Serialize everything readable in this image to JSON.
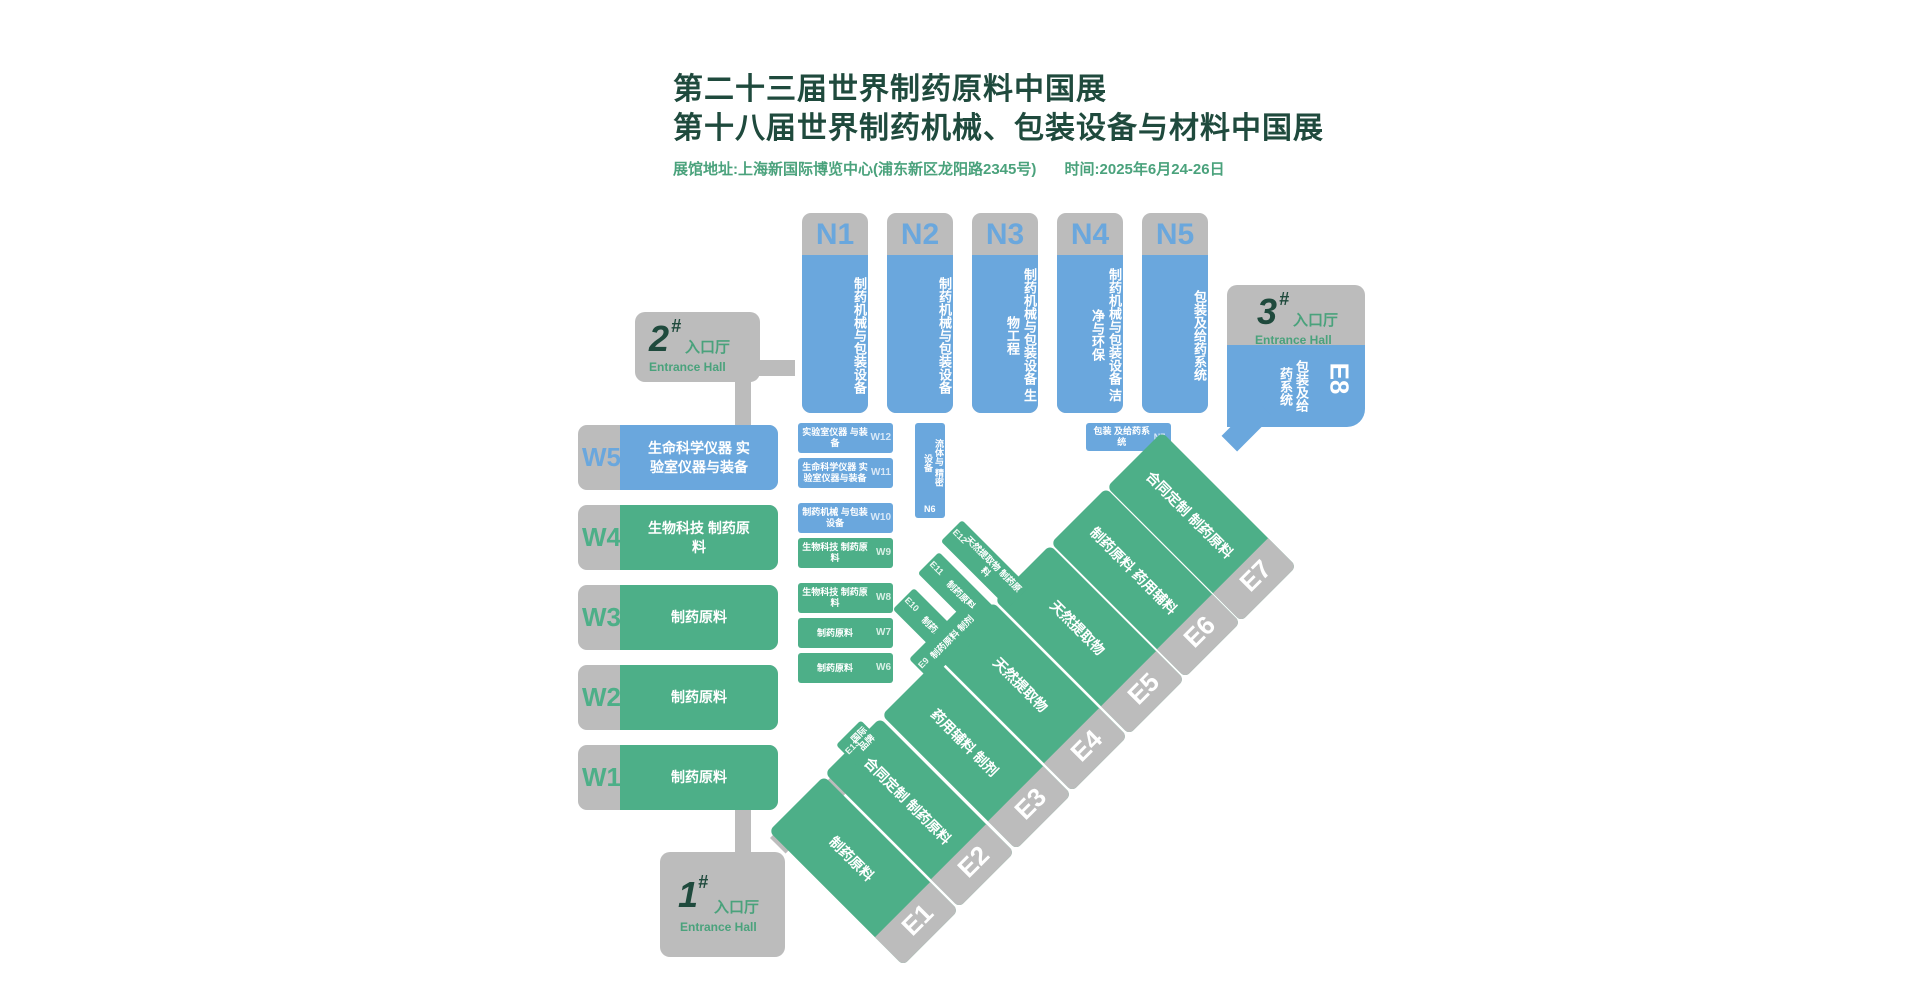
{
  "header": {
    "title_line1": "第二十三届世界制药原料中国展",
    "title_line2": "第十八届世界制药机械、包装设备与材料中国展",
    "address": "展馆地址:上海新国际博览中心(浦东新区龙阳路2345号)",
    "time": "时间:2025年6月24-26日"
  },
  "entrances": {
    "e1": {
      "num": "1",
      "sup": "#",
      "cn": "入口厅",
      "en": "Entrance Hall"
    },
    "e2": {
      "num": "2",
      "sup": "#",
      "cn": "入口厅",
      "en": "Entrance Hall"
    },
    "e3": {
      "num": "3",
      "sup": "#",
      "cn": "入口厅",
      "en": "Entrance Hall"
    }
  },
  "north_halls": [
    {
      "code": "N1",
      "label": "制药机械与包装设备"
    },
    {
      "code": "N2",
      "label": "制药机械与包装设备"
    },
    {
      "code": "N3",
      "label": "制药机械与包装设备 生物工程"
    },
    {
      "code": "N4",
      "label": "制药机械与包装设备 洁净与环保"
    },
    {
      "code": "N5",
      "label": "包装及给药系统"
    }
  ],
  "e8": {
    "code": "E8",
    "label": "包装及给药系统"
  },
  "west_halls": [
    {
      "code": "W5",
      "label": "生命科学仪器 实验室仪器与装备"
    },
    {
      "code": "W4",
      "label": "生物科技 制药原料"
    },
    {
      "code": "W3",
      "label": "制药原料"
    },
    {
      "code": "W2",
      "label": "制药原料"
    },
    {
      "code": "W1",
      "label": "制药原料"
    }
  ],
  "west_small": [
    {
      "code": "W12",
      "label": "实验室仪器 与装备"
    },
    {
      "code": "W11",
      "label": "生命科学仪器 实验室仪器与装备"
    },
    {
      "code": "W10",
      "label": "制药机械 与包装设备"
    },
    {
      "code": "W9",
      "label": "生物科技 制药原料"
    },
    {
      "code": "W8",
      "label": "生物科技 制药原料"
    },
    {
      "code": "W7",
      "label": "制药原料"
    },
    {
      "code": "W6",
      "label": "制药原料"
    }
  ],
  "n_small": [
    {
      "code": "N6",
      "label": "流体与 精密设备"
    },
    {
      "code": "N7",
      "label": "包装 及给药系统"
    }
  ],
  "east_halls": [
    {
      "code": "E1",
      "label": "制药原料"
    },
    {
      "code": "E2",
      "label": "合同定制 制药原料"
    },
    {
      "code": "E3",
      "label": "药用辅料 制剂"
    },
    {
      "code": "E4",
      "label": "天然提取物"
    },
    {
      "code": "E5",
      "label": "天然提取物"
    },
    {
      "code": "E6",
      "label": "制药原料 药用辅料"
    },
    {
      "code": "E7",
      "label": "合同定制 制药原料"
    }
  ],
  "east_small": [
    {
      "code": "E12",
      "label": "天然提取物 制药原料"
    },
    {
      "code": "E11",
      "label": "制药原料"
    },
    {
      "code": "E10",
      "label": "制药原料"
    },
    {
      "code": "E9",
      "label": "制药原料 制剂"
    },
    {
      "code": "E13",
      "label": "国际品牌"
    }
  ]
}
